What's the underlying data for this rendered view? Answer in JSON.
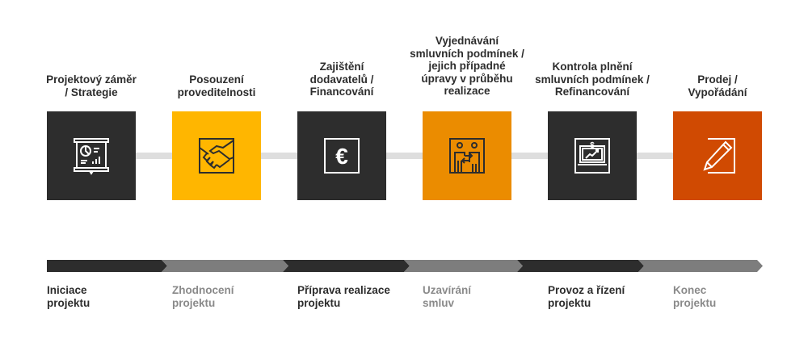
{
  "steps": [
    {
      "title": "Projektový záměr\n/ Strategie",
      "icon": "presentation-board-icon",
      "color": "#2d2d2d"
    },
    {
      "title": "Posouzení\nproveditelnosti",
      "icon": "handshake-icon",
      "color": "#ffb600"
    },
    {
      "title": "Zajištění\ndodavatelů /\nFinancování",
      "icon": "euro-icon",
      "color": "#2d2d2d"
    },
    {
      "title": "Vyjednávání\nsmluvních podmínek /\njejich případné\núpravy v průběhu\nrealizace",
      "icon": "negotiation-people-icon",
      "color": "#eb8c00"
    },
    {
      "title": "Kontrola plnění\nsmluvních podmínek /\nRefinancování",
      "icon": "laptop-dollar-growth-icon",
      "color": "#2d2d2d"
    },
    {
      "title": "Prodej /\nVypořádání",
      "icon": "pencil-icon",
      "color": "#d04a02"
    }
  ],
  "phases": [
    {
      "label": "Iniciace\nprojektu",
      "bar_color": "#2d2d2d",
      "text_color": "#2d2d2d"
    },
    {
      "label": "Zhodnocení\nprojektu",
      "bar_color": "#7d7d7d",
      "text_color": "#8a8a8a"
    },
    {
      "label": "Příprava realizace\nprojektu",
      "bar_color": "#2d2d2d",
      "text_color": "#2d2d2d"
    },
    {
      "label": "Uzavírání\nsmluv",
      "bar_color": "#7d7d7d",
      "text_color": "#8a8a8a"
    },
    {
      "label": "Provoz a řízení\nprojektu",
      "bar_color": "#2d2d2d",
      "text_color": "#2d2d2d"
    },
    {
      "label": "Konec\nprojektu",
      "bar_color": "#7d7d7d",
      "text_color": "#8a8a8a"
    }
  ]
}
